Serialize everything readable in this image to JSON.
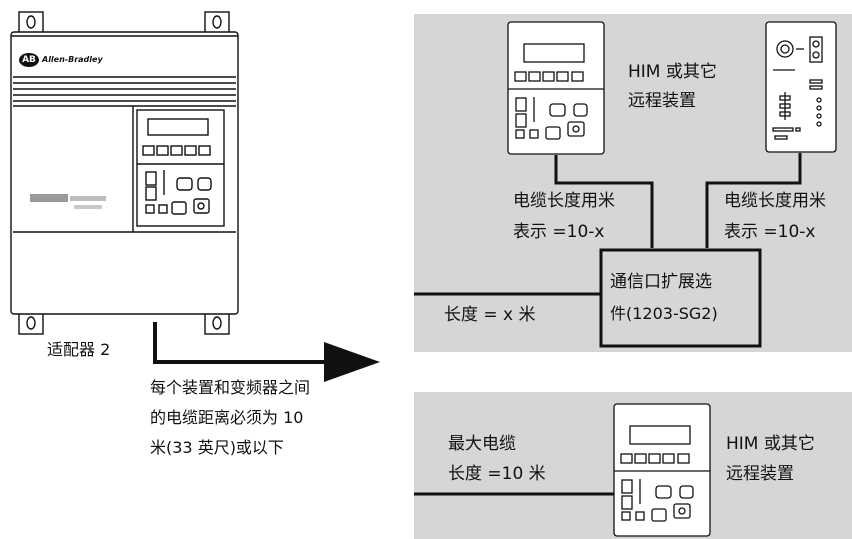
{
  "colors": {
    "panel_bg": "#d6d6d6",
    "line": "#111111",
    "device_bg": "#ffffff"
  },
  "drive": {
    "logo_text": "AB",
    "brand": "Allen-Bradley",
    "label": "适配器 2"
  },
  "note": {
    "line1": "每个装置和变频器之间",
    "line2": "的电缆距离必须为 10",
    "line3": "米(33 英尺)或以下"
  },
  "top_panel": {
    "device_label_line1": "HIM 或其它",
    "device_label_line2": "远程装置",
    "cable_left_line1": "电缆长度用米",
    "cable_left_line2": "表示 =10-x",
    "cable_right_line1": "电缆长度用米",
    "cable_right_line2": "表示 =10-x",
    "expansion_line1": "通信口扩展选",
    "expansion_line2": "件(1203-SG2)",
    "length_label": "长度 = x 米"
  },
  "bottom_panel": {
    "max_line1": "最大电缆",
    "max_line2": "长度 =10 米",
    "device_label_line1": "HIM 或其它",
    "device_label_line2": "远程装置"
  }
}
